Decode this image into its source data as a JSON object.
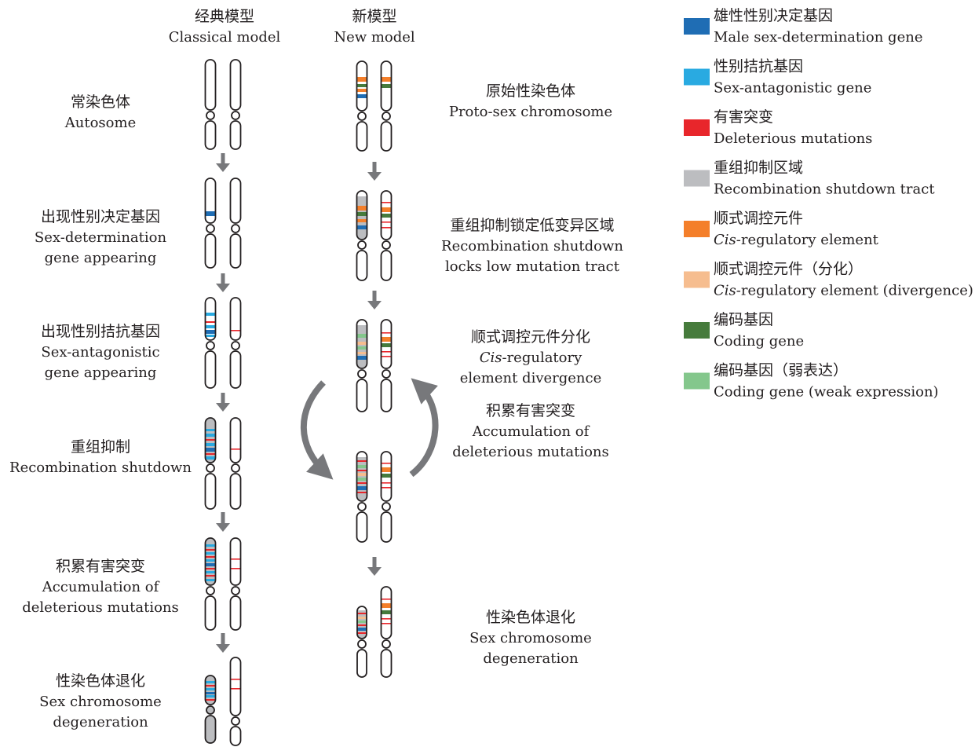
{
  "headers": {
    "classical": {
      "cn": "经典模型",
      "en": "Classical model"
    },
    "new": {
      "cn": "新模型",
      "en": "New model"
    }
  },
  "classical_labels": [
    {
      "cn": "常染色体",
      "en1": "Autosome",
      "en2": ""
    },
    {
      "cn": "出现性别决定基因",
      "en1": "Sex-determination",
      "en2": "gene appearing"
    },
    {
      "cn": "出现性别拮抗基因",
      "en1": "Sex-antagonistic",
      "en2": "gene appearing"
    },
    {
      "cn": "重组抑制",
      "en1": "Recombination shutdown",
      "en2": ""
    },
    {
      "cn": "积累有害突变",
      "en1": "Accumulation of",
      "en2": "deleterious mutations"
    },
    {
      "cn": "性染色体退化",
      "en1": "Sex chromosome",
      "en2": "degeneration"
    }
  ],
  "new_labels": [
    {
      "cn": "原始性染色体",
      "en1": "Proto-sex chromosome",
      "en2": "",
      "en1_italic": "",
      "en1_rest": ""
    },
    {
      "cn": "重组抑制锁定低变异区域",
      "en1": "Recombination shutdown",
      "en2": "locks low mutation tract",
      "en1_italic": "",
      "en1_rest": ""
    },
    {
      "cn": "顺式调控元件分化",
      "en1": "",
      "en2": "element divergence",
      "en1_italic": "Cis",
      "en1_rest": "-regulatory"
    },
    {
      "cn": "积累有害突变",
      "en1": "Accumulation of",
      "en2": "deleterious mutations",
      "en1_italic": "",
      "en1_rest": ""
    },
    {
      "cn": "性染色体退化",
      "en1": "Sex chromosome",
      "en2": "degeneration",
      "en1_italic": "",
      "en1_rest": ""
    }
  ],
  "legend": [
    {
      "color": "#1f6db4",
      "cn": "雄性性别决定基因",
      "en": "Male sex-determination gene",
      "en_italic": ""
    },
    {
      "color": "#29aae1",
      "cn": "性别拮抗基因",
      "en": "Sex-antagonistic gene",
      "en_italic": ""
    },
    {
      "color": "#e8262b",
      "cn": "有害突变",
      "en": "Deleterious mutations",
      "en_italic": ""
    },
    {
      "color": "#bcbdc0",
      "cn": "重组抑制区域",
      "en": "Recombination shutdown tract",
      "en_italic": ""
    },
    {
      "color": "#f47f2a",
      "cn": "顺式调控元件",
      "en": "-regulatory element",
      "en_italic": "Cis"
    },
    {
      "color": "#f6bd8f",
      "cn": "顺式调控元件（分化）",
      "en": "-regulatory element (divergence)",
      "en_italic": "Cis"
    },
    {
      "color": "#467b3c",
      "cn": "编码基因",
      "en": "Coding gene",
      "en_italic": ""
    },
    {
      "color": "#84c78c",
      "cn": "编码基因（弱表达）",
      "en": "Coding gene (weak expression)",
      "en_italic": ""
    }
  ],
  "colors": {
    "outline": "#231f20",
    "arrow": "#77787b",
    "male_sd": "#1f6db4",
    "sa": "#29aae1",
    "mutation": "#e8262b",
    "shutdown": "#bcbdc0",
    "cis": "#f47f2a",
    "cis_div": "#f6bd8f",
    "coding": "#467b3c",
    "coding_weak": "#84c78c"
  }
}
